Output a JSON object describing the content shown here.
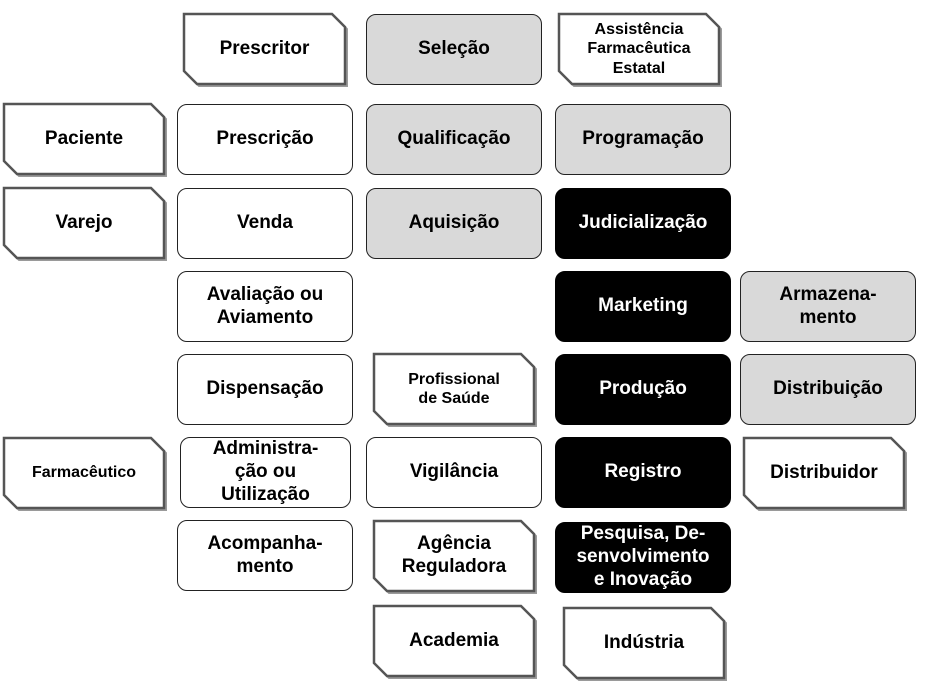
{
  "diagram": {
    "actors": {
      "prescritor": "Prescritor",
      "assistencia": [
        "Assistência",
        "Farmacêutica",
        "Estatal"
      ],
      "paciente": "Paciente",
      "varejo": "Varejo",
      "profissional": [
        "Profissional",
        "de Saúde"
      ],
      "farmaceutico": "Farmacêutico",
      "distribuidor": "Distribuidor",
      "agencia": [
        "Agência",
        "Reguladora"
      ],
      "academia": "Academia",
      "industria": "Indústria"
    },
    "processes": {
      "selecao": "Seleção",
      "prescricao": "Prescrição",
      "qualificacao": "Qualificação",
      "programacao": "Programação",
      "venda": "Venda",
      "aquisicao": "Aquisição",
      "judicializacao": "Judicialização",
      "avaliacao": [
        "Avaliação ou",
        "Aviamento"
      ],
      "marketing": "Marketing",
      "armazenamento": [
        "Armazena-",
        "mento"
      ],
      "dispensacao": "Dispensação",
      "producao": "Produção",
      "distribuicao": "Distribuição",
      "administracao": [
        "Administra-",
        "ção ou",
        "Utilização"
      ],
      "vigilancia": "Vigilância",
      "registro": "Registro",
      "acompanhamento": [
        "Acompanha-",
        "mento"
      ],
      "pesquisa": [
        "Pesquisa, De-",
        "senvolvimento",
        "e Inovação"
      ]
    },
    "colors": {
      "gray": "#d9d9d9",
      "black": "#000000",
      "white": "#ffffff",
      "stroke": "#555555"
    }
  }
}
